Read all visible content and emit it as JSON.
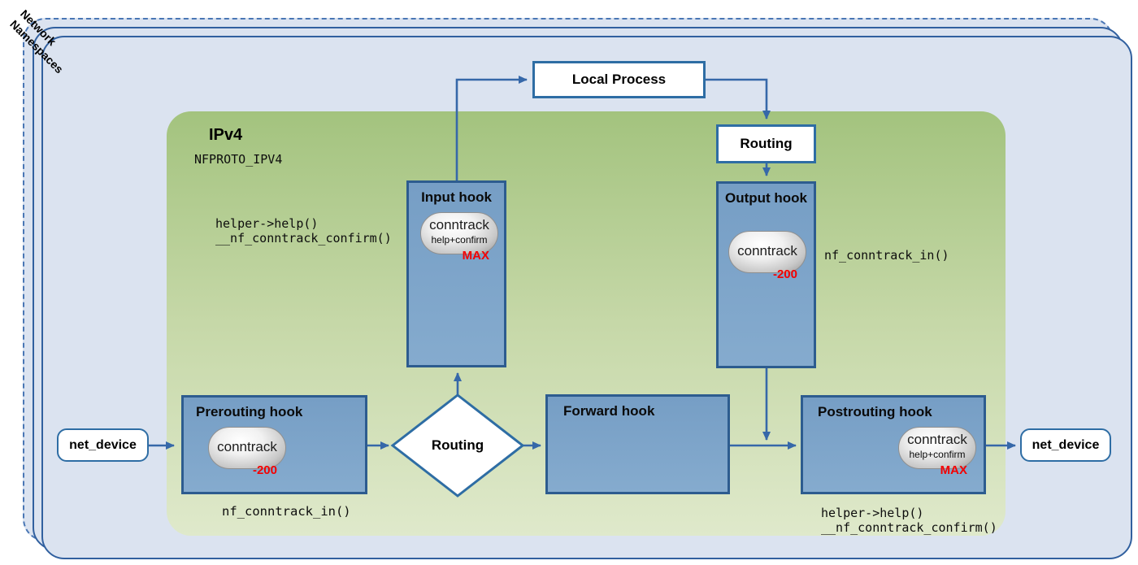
{
  "diagram": {
    "namespaces_label": [
      "Network",
      "Namespaces"
    ],
    "ipv4": {
      "title": "IPv4",
      "subtitle": "NFPROTO_IPV4"
    },
    "nodes": {
      "local_process": "Local Process",
      "routing_top": "Routing",
      "routing_diamond": "Routing",
      "net_device_in": "net_device",
      "net_device_out": "net_device"
    },
    "hooks": {
      "prerouting": {
        "title": "Prerouting hook",
        "conntrack": "conntrack",
        "priority": "-200"
      },
      "input": {
        "title": "Input hook",
        "conntrack": "conntrack",
        "sub": "help+confirm",
        "priority": "MAX"
      },
      "forward": {
        "title": "Forward hook"
      },
      "output": {
        "title": "Output hook",
        "conntrack": "conntrack",
        "priority": "-200"
      },
      "postrouting": {
        "title": "Postrouting hook",
        "conntrack": "conntrack",
        "sub": "help+confirm",
        "priority": "MAX"
      }
    },
    "annotations": {
      "helper_top": [
        "helper->help()",
        "__nf_conntrack_confirm()"
      ],
      "nf_conntrack_in_prerouting": "nf_conntrack_in()",
      "nf_conntrack_in_output": "nf_conntrack_in()",
      "helper_bottom": [
        "helper->help()",
        "__nf_conntrack_confirm()"
      ]
    },
    "colors": {
      "accent_blue": "#3668a9",
      "hook_fill": "#7ba0c6",
      "hook_border": "#2d5c8f",
      "priority_red": "#f40000",
      "green_top": "#a3c37e",
      "green_bottom": "#dfe9cb",
      "namespace_fill": "#dbe3f0"
    }
  }
}
